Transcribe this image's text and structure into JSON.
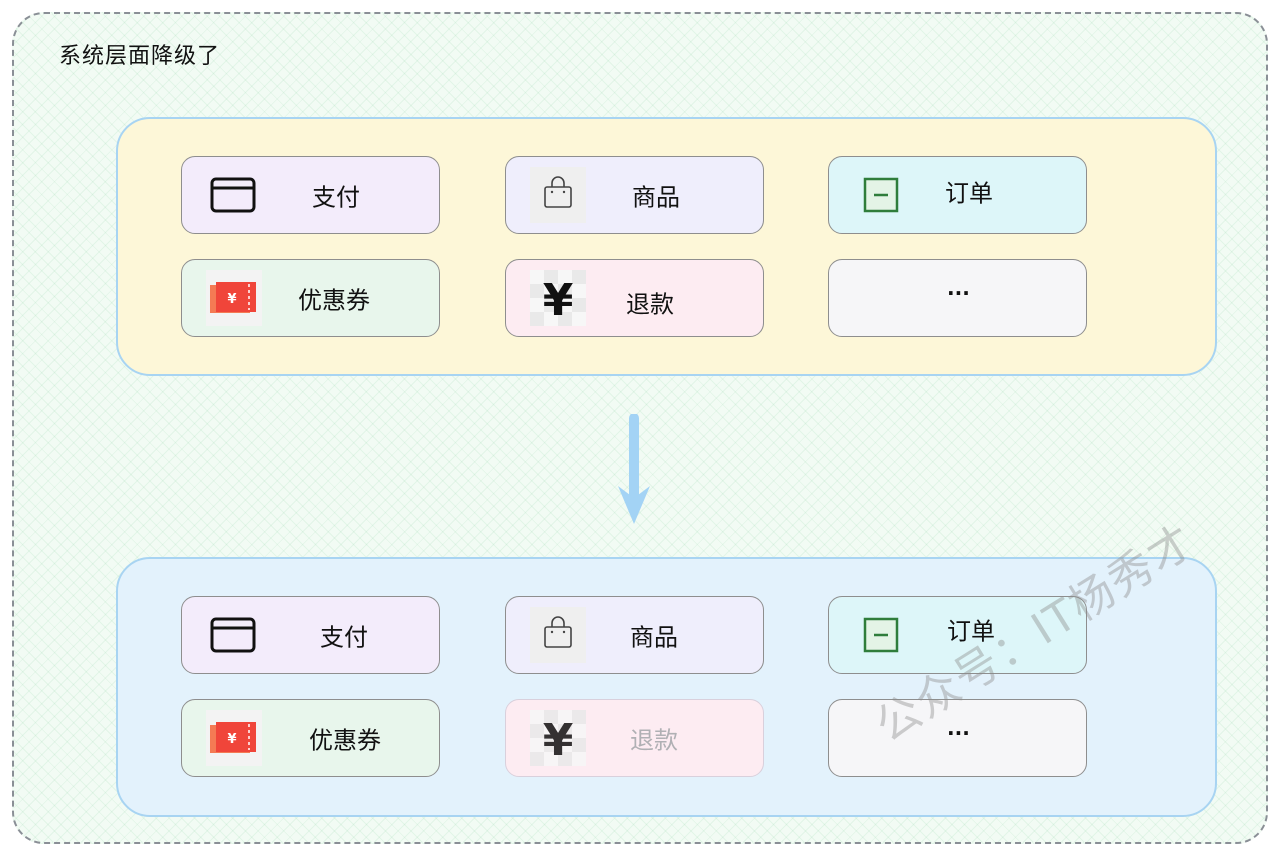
{
  "title": "系统层面降级了",
  "top_panel": {
    "cards": [
      {
        "label": "支付",
        "icon": "credit-card-icon"
      },
      {
        "label": "商品",
        "icon": "shopping-bag-icon"
      },
      {
        "label": "订单",
        "icon": "order-minus-icon"
      },
      {
        "label": "优惠券",
        "icon": "coupon-ticket-icon"
      },
      {
        "label": "退款",
        "icon": "yuan-icon"
      },
      {
        "label": "..."
      }
    ]
  },
  "bottom_panel": {
    "cards": [
      {
        "label": "支付",
        "icon": "credit-card-icon"
      },
      {
        "label": "商品",
        "icon": "shopping-bag-icon"
      },
      {
        "label": "订单",
        "icon": "order-minus-icon"
      },
      {
        "label": "优惠券",
        "icon": "coupon-ticket-icon"
      },
      {
        "label": "退款",
        "icon": "yuan-icon",
        "state": "degraded"
      },
      {
        "label": "..."
      }
    ]
  },
  "watermark": "公众号：IT杨秀才",
  "colors": {
    "panel_border": "#a8d4f2",
    "top_panel_bg": "#fdf7d8",
    "bottom_panel_bg": "#e3f2fc",
    "arrow": "#a3d3f5",
    "coupon_red": "#f0453a",
    "order_green": "#2f7d3b"
  }
}
